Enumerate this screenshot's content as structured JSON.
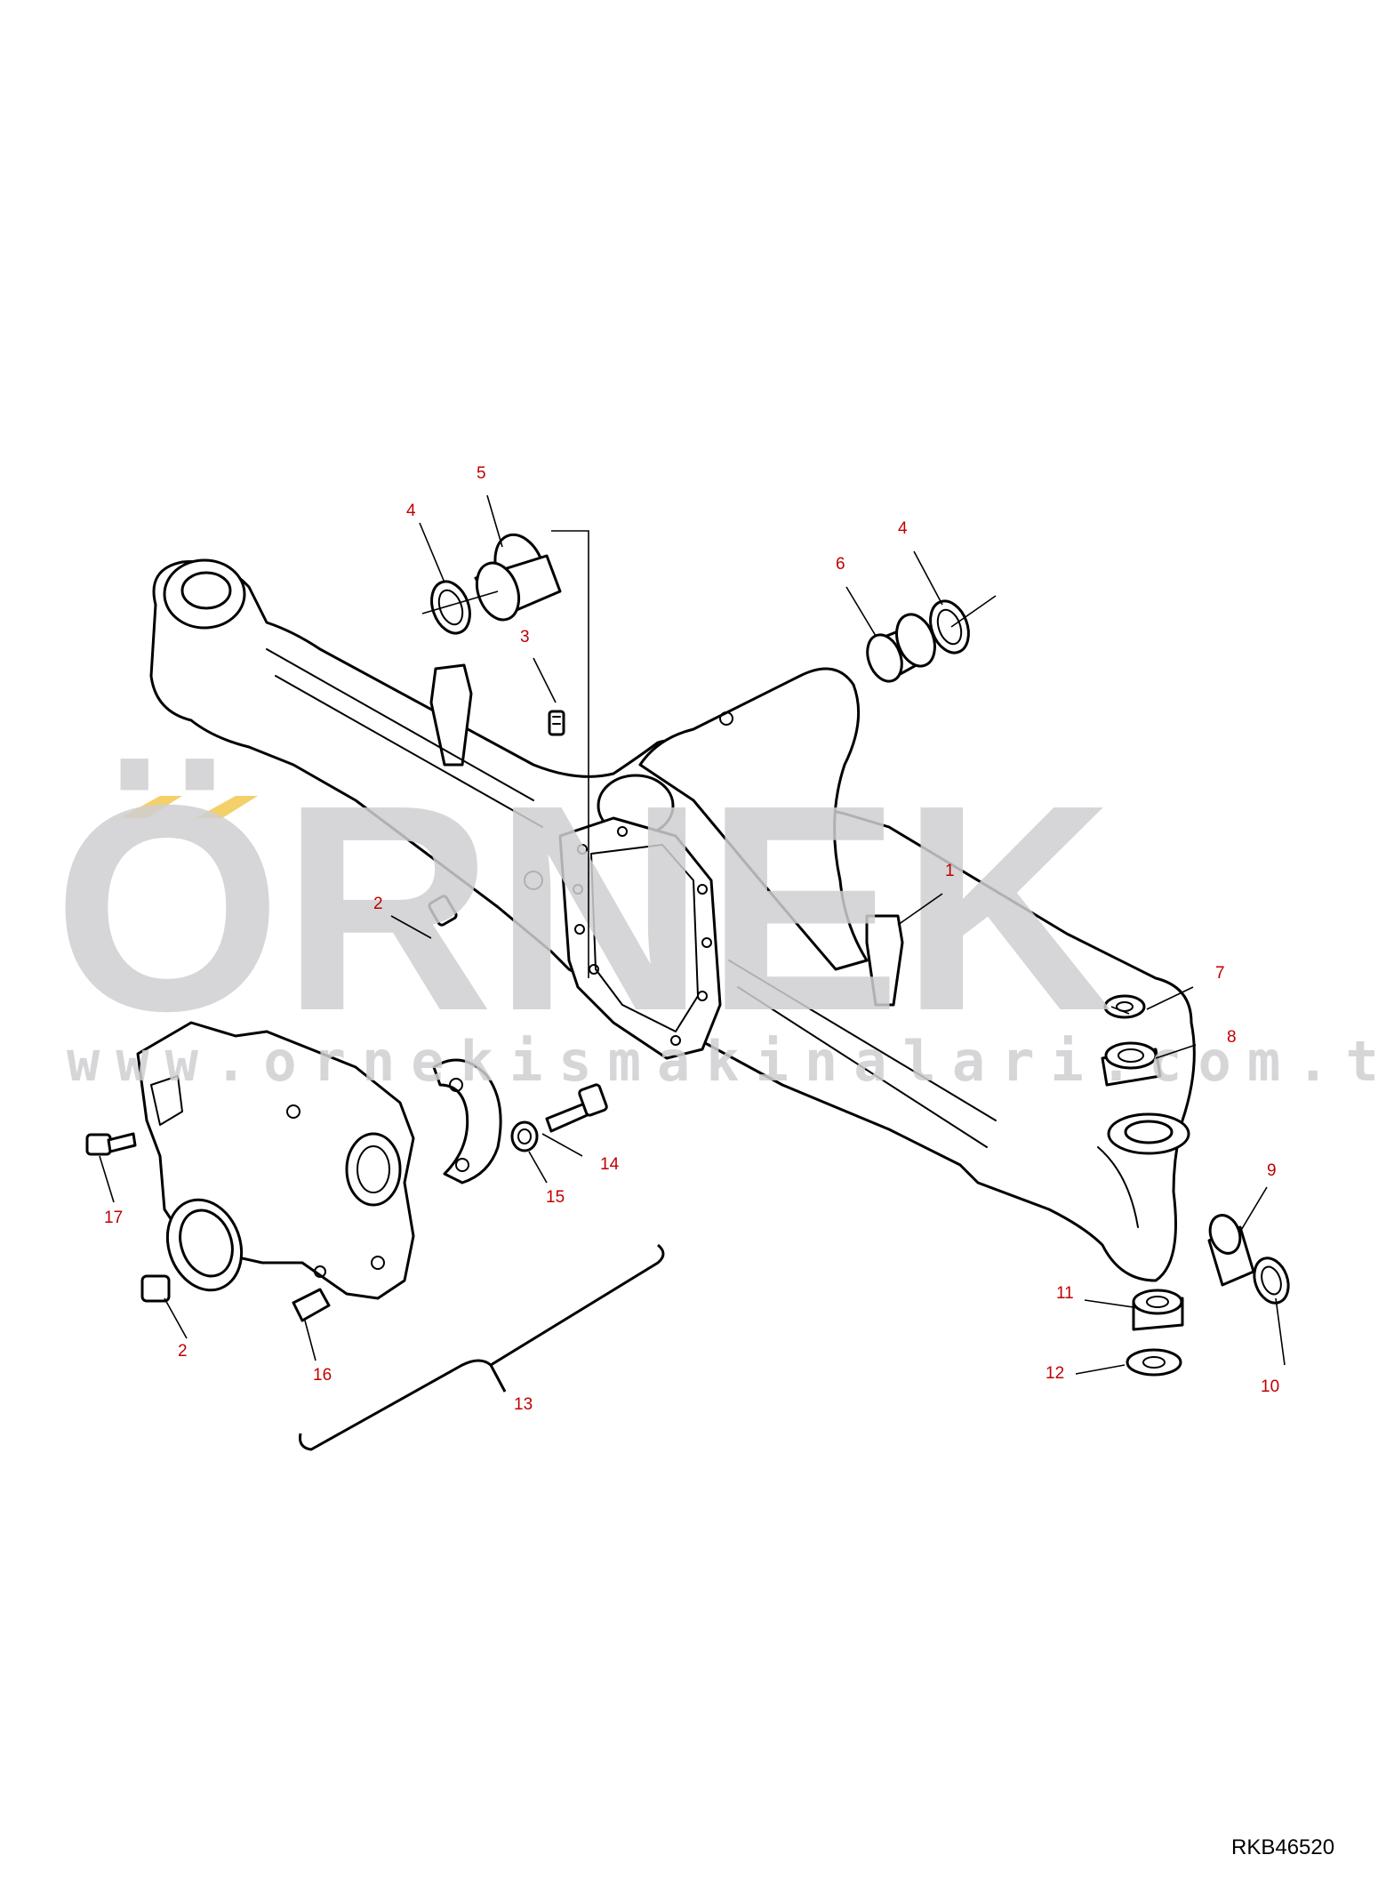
{
  "watermark": {
    "brand": "ÖRNEK",
    "url": "www.ornekismakinalari.com.tr",
    "accent_color": "#f4d06a"
  },
  "drawing_code": "RKB46520",
  "callouts": {
    "c1": "1",
    "c2a": "2",
    "c2b": "2",
    "c3": "3",
    "c4a": "4",
    "c4b": "4",
    "c5": "5",
    "c6": "6",
    "c7": "7",
    "c8": "8",
    "c9": "9",
    "c10": "10",
    "c11": "11",
    "c12": "12",
    "c13": "13",
    "c14": "14",
    "c15": "15",
    "c16": "16",
    "c17": "17"
  },
  "colors": {
    "callout": "#c00000",
    "line": "#000000",
    "watermark": "#cfcfd2"
  }
}
